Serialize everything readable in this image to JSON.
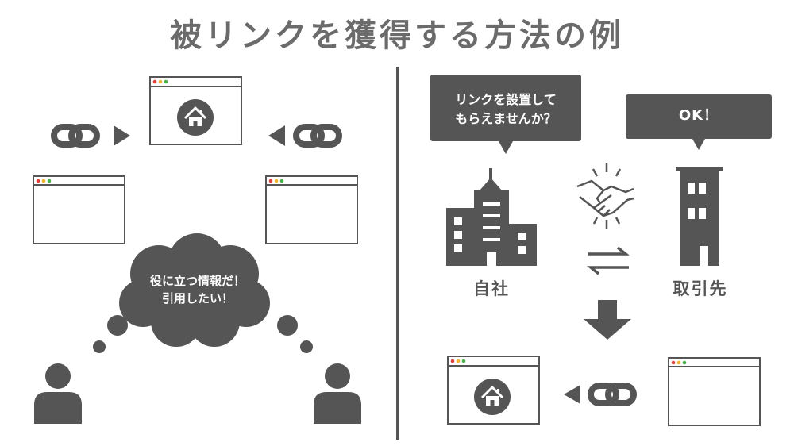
{
  "title": "被リンクを獲得する方法の例",
  "left": {
    "cloud_line1": "役に立つ情報だ！",
    "cloud_line2": "引用したい！"
  },
  "right": {
    "bubble_self_line1": "リンクを設置して",
    "bubble_self_line2": "もらえませんか？",
    "bubble_partner": "OK！",
    "label_self": "自社",
    "label_partner": "取引先"
  },
  "colors": {
    "dark": "#555555",
    "title": "#6b6b6b",
    "browser_dot_red": "#e0413a",
    "browser_dot_yellow": "#f2b231",
    "browser_dot_green": "#4cb04a"
  },
  "icons": [
    "home-icon",
    "chain-link-icon",
    "arrow-icon",
    "building-icon",
    "handshake-icon",
    "exchange-arrows-icon",
    "person-icon",
    "thought-cloud"
  ]
}
